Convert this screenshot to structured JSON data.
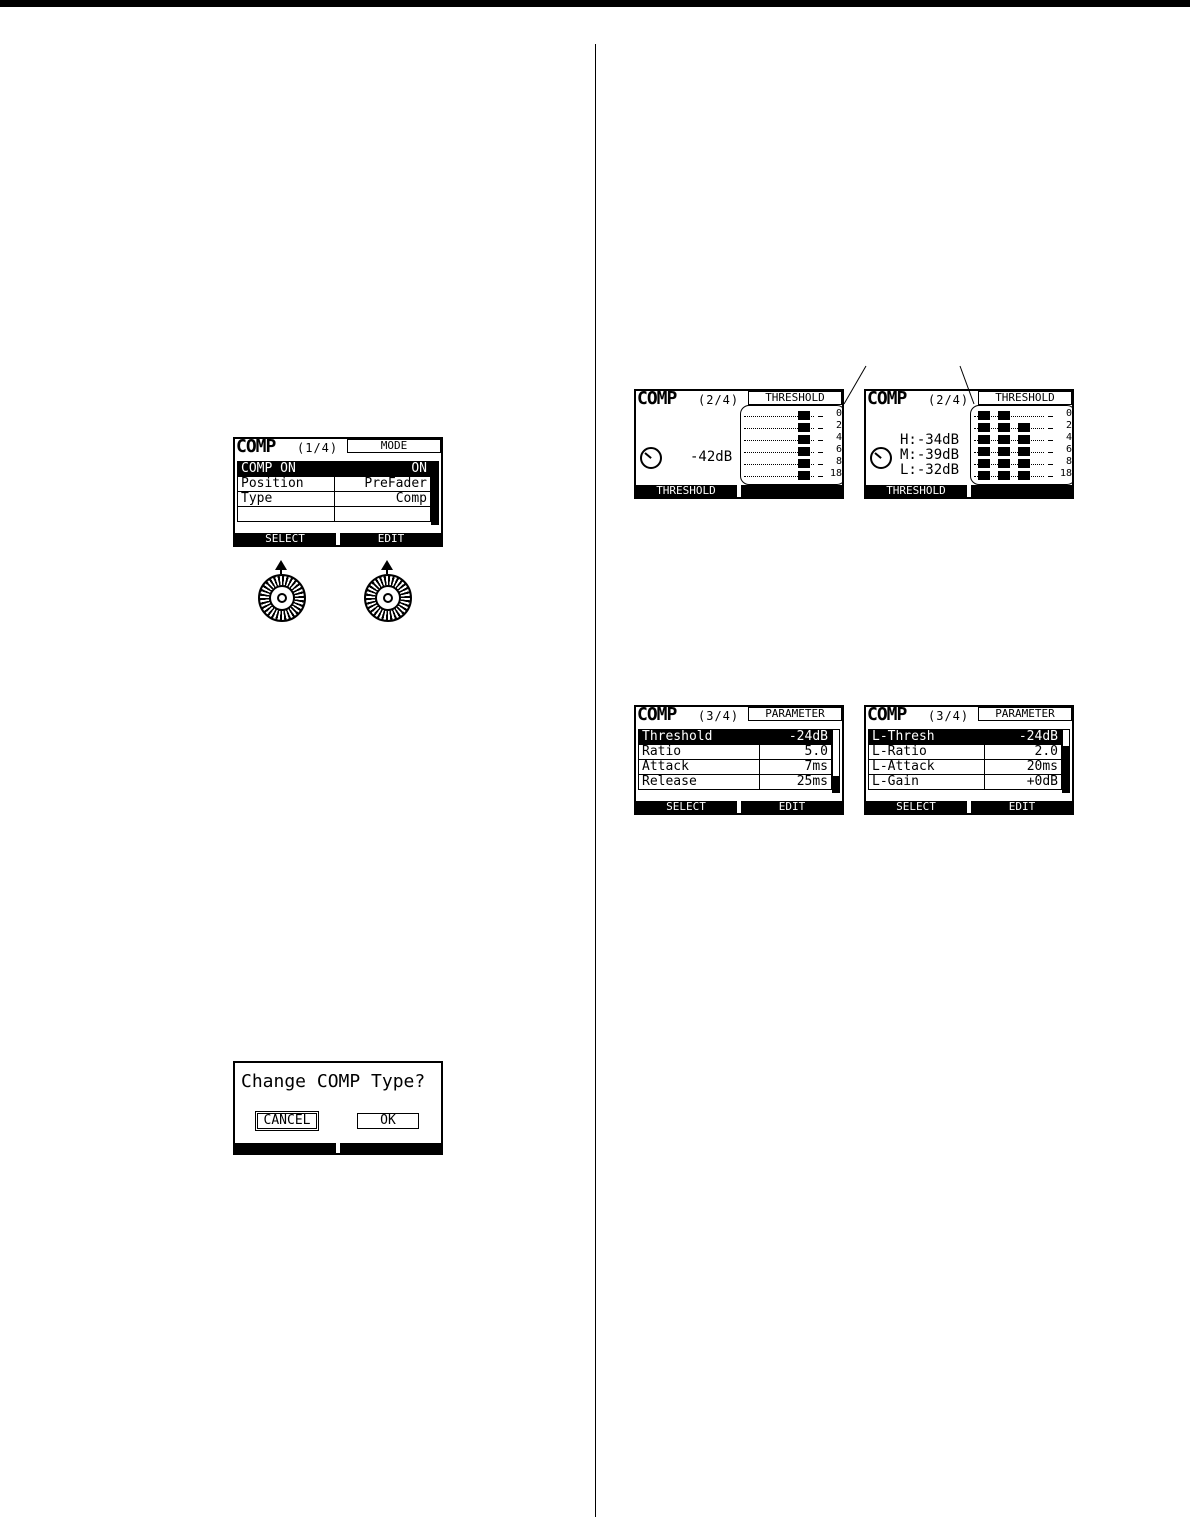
{
  "comp_mode_screen": {
    "title": "COMP",
    "page": "(1/4)",
    "tab": "MODE",
    "rows": [
      {
        "name": "COMP ON",
        "value": "ON"
      },
      {
        "name": "Position",
        "value": "PreFader"
      },
      {
        "name": "Type",
        "value": "Comp"
      },
      {
        "name": "",
        "value": ""
      }
    ],
    "softkeys": [
      "SELECT",
      "EDIT"
    ]
  },
  "change_type_dialog": {
    "message": "Change COMP Type?",
    "cancel_label": "CANCEL",
    "ok_label": "OK"
  },
  "threshold_screen_single": {
    "title": "COMP",
    "page": "(2/4)",
    "tab": "THRESHOLD",
    "value": "-42dB",
    "scale": [
      "0",
      "2",
      "4",
      "6",
      "8",
      "18"
    ],
    "softkey": "THRESHOLD"
  },
  "threshold_screen_multi": {
    "title": "COMP",
    "page": "(2/4)",
    "tab": "THRESHOLD",
    "values": [
      "H:-34dB",
      "M:-39dB",
      "L:-32dB"
    ],
    "scale": [
      "0",
      "2",
      "4",
      "6",
      "8",
      "18"
    ],
    "softkey": "THRESHOLD"
  },
  "param_screen_single": {
    "title": "COMP",
    "page": "(3/4)",
    "tab": "PARAMETER",
    "rows": [
      {
        "name": "Threshold",
        "value": "-24dB"
      },
      {
        "name": "Ratio",
        "value": "5.0"
      },
      {
        "name": "Attack",
        "value": "7ms"
      },
      {
        "name": "Release",
        "value": "25ms"
      }
    ],
    "softkeys": [
      "SELECT",
      "EDIT"
    ]
  },
  "param_screen_multi": {
    "title": "COMP",
    "page": "(3/4)",
    "tab": "PARAMETER",
    "rows": [
      {
        "name": "L-Thresh",
        "value": "-24dB"
      },
      {
        "name": "L-Ratio",
        "value": "2.0"
      },
      {
        "name": "L-Attack",
        "value": "20ms"
      },
      {
        "name": "L-Gain",
        "value": "+0dB"
      }
    ],
    "softkeys": [
      "SELECT",
      "EDIT"
    ]
  }
}
